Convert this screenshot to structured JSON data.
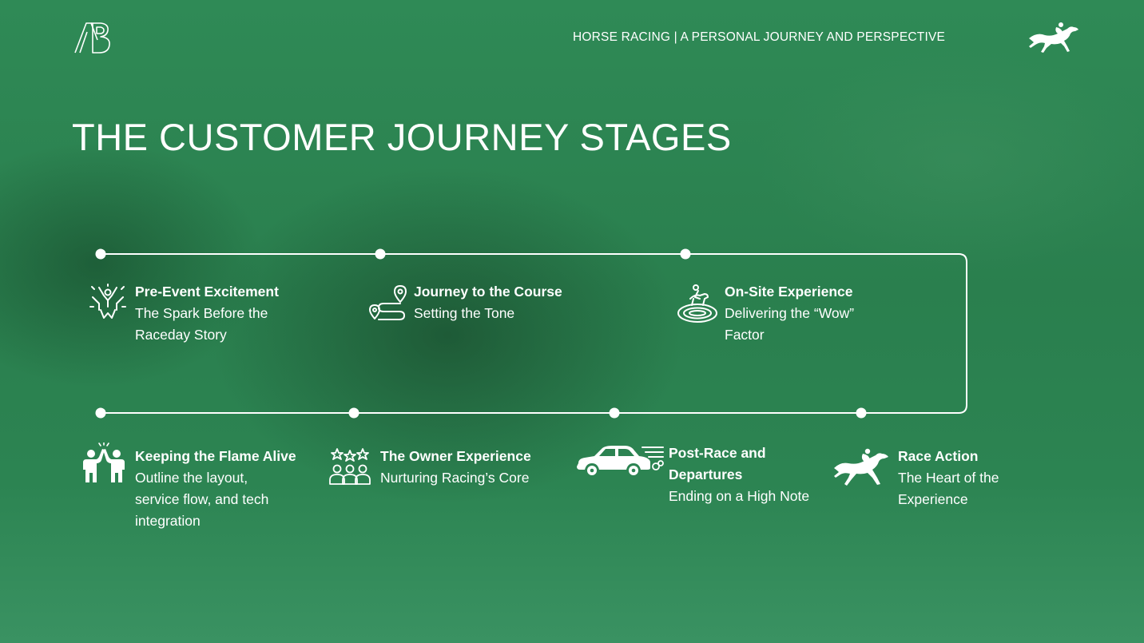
{
  "header": {
    "title": "HORSE RACING | A PERSONAL JOURNEY AND PERSPECTIVE",
    "logo_icon": "ab-monogram-icon",
    "brand_icon": "racehorse-jockey-icon"
  },
  "page": {
    "title": "THE CUSTOMER JOURNEY STAGES"
  },
  "colors": {
    "background": "#2c8452",
    "foreground": "#ffffff"
  },
  "stages": [
    {
      "title": "Pre-Event Excitement",
      "description": "The Spark Before the Raceday Story",
      "icon": "celebration-icon"
    },
    {
      "title": "Journey to the Course",
      "description": "Setting the Tone",
      "icon": "route-pin-icon"
    },
    {
      "title": "On-Site Experience",
      "description": "Delivering the “Wow” Factor",
      "icon": "racetrack-jockey-icon"
    },
    {
      "title": "Race Action",
      "description": "The Heart of the Experience",
      "icon": "racing-horse-icon"
    },
    {
      "title": "Post-Race and Departures",
      "description": "Ending on a High Note",
      "icon": "car-icon"
    },
    {
      "title": "The Owner Experience",
      "description": "Nurturing Racing’s Core",
      "icon": "owners-stars-icon"
    },
    {
      "title": "Keeping the Flame Alive",
      "description": "Outline the layout, service flow, and tech integration",
      "icon": "friends-high-five-icon"
    }
  ]
}
